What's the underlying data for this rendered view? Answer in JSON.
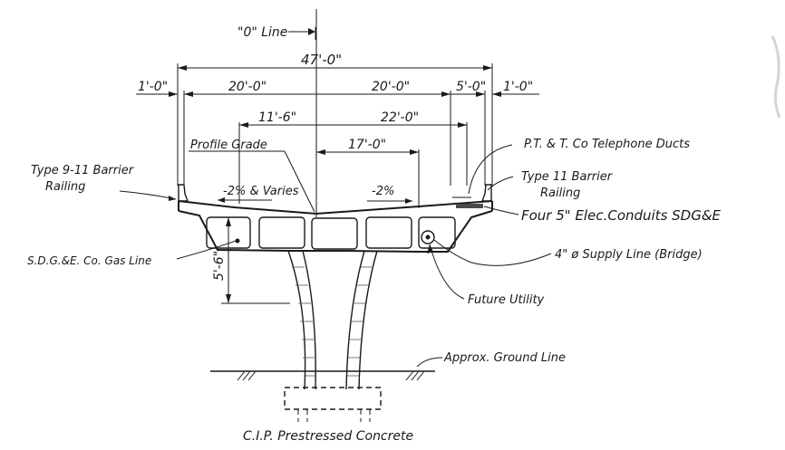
{
  "labels": {
    "zero_line": "\"0\" Line",
    "profile_grade": "Profile Grade",
    "barrier_left_1": "Type 9-11 Barrier",
    "barrier_left_2": "Railing",
    "barrier_right_1": "Type 11 Barrier",
    "barrier_right_2": "Railing",
    "telephone": "P.T. & T. Co Telephone Ducts",
    "conduits": "Four 5\" Elec.Conduits SDG&E",
    "gas_line": "S.D.G.&E. Co. Gas Line",
    "supply_line": "4\" ø Supply Line (Bridge)",
    "future_utility": "Future Utility",
    "ground_line": "Approx. Ground Line",
    "foundation": "C.I.P. Prestressed Concrete",
    "slope_left": "-2% & Varies",
    "slope_right": "-2%"
  },
  "dimensions": {
    "overall": "47'-0\"",
    "left_edge": "1'-0\"",
    "left_half": "20'-0\"",
    "right_half": "20'-0\"",
    "sidewalk": "5'-0\"",
    "right_edge": "1'-0\"",
    "offset_left": "11'-6\"",
    "offset_right": "22'-0\"",
    "offset_17": "17'-0\"",
    "depth": "5'-6\""
  }
}
